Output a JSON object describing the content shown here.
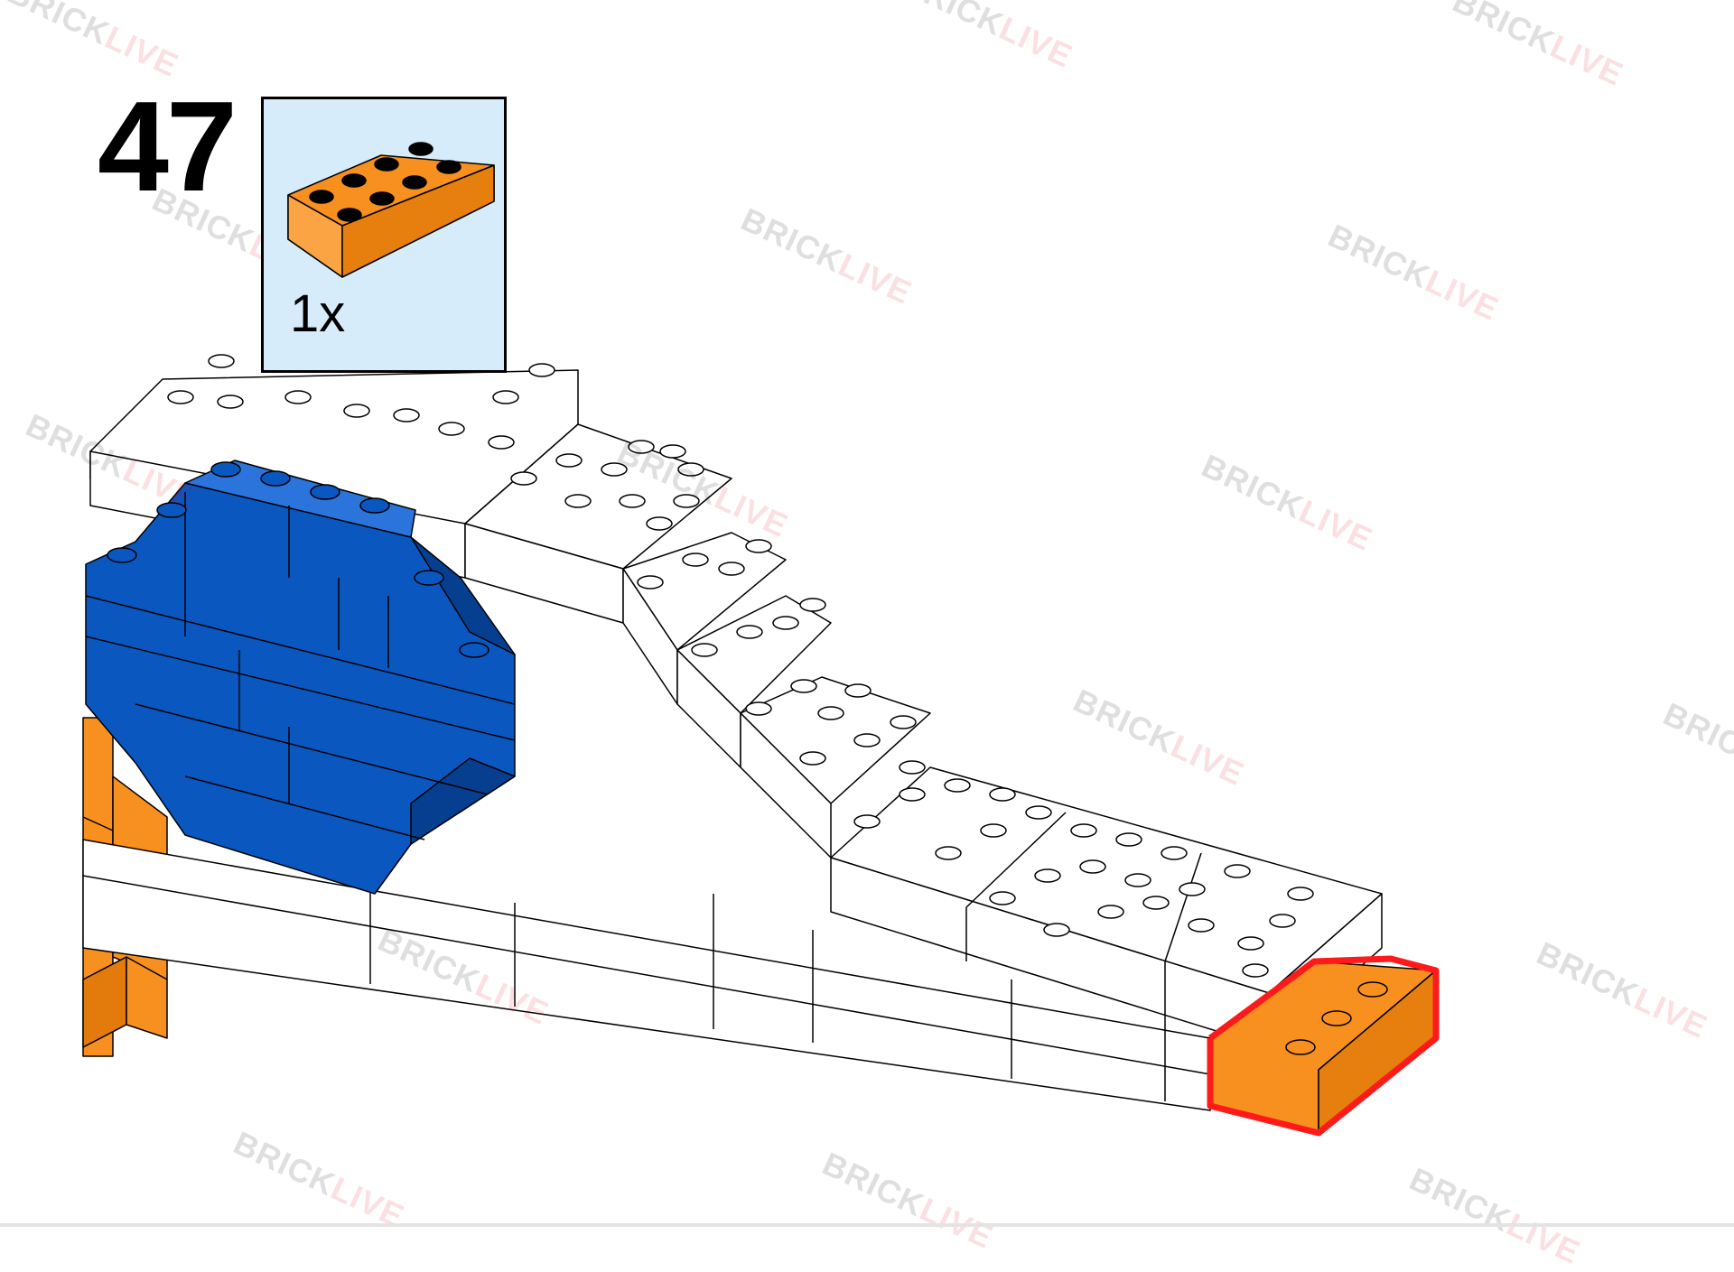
{
  "step": {
    "number": "47"
  },
  "parts_list": [
    {
      "quantity": "1x",
      "part": "brick-2x4",
      "color": "#f7901e"
    }
  ],
  "colors": {
    "white_brick": "#ffffff",
    "blue_brick": "#0a57c0",
    "orange_brick": "#f7901e",
    "highlight_outline": "#ff1a1a",
    "parts_box_bg": "#d6ecfa"
  },
  "watermark": {
    "part1": "BRICK",
    "part2": "LIVE"
  }
}
